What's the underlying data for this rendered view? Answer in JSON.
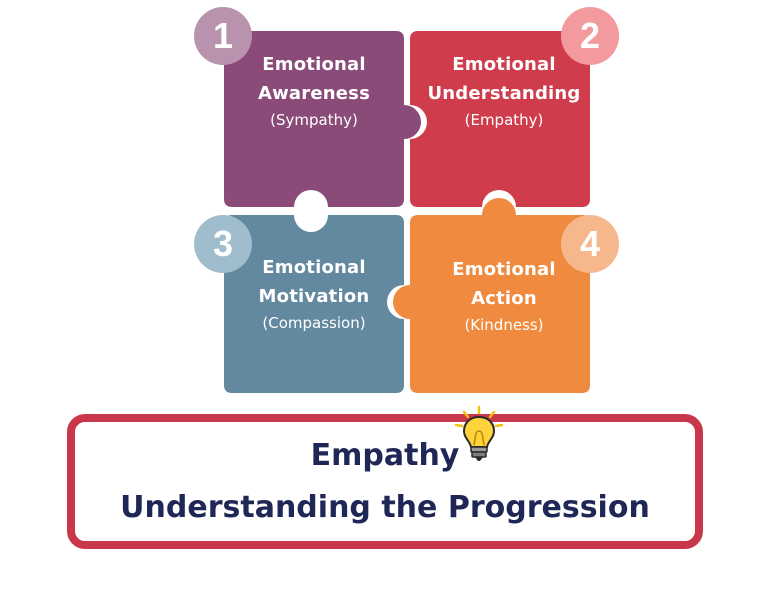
{
  "pieces": [
    {
      "number": "1",
      "title_line1": "Emotional",
      "title_line2": "Awareness",
      "subtitle": "(Sympathy)",
      "color": "#8a4b78",
      "badge_color": "#b992ae"
    },
    {
      "number": "2",
      "title_line1": "Emotional",
      "title_line2": "Understanding",
      "subtitle": "(Empathy)",
      "color": "#cf3d4d",
      "badge_color": "#f29a9d"
    },
    {
      "number": "3",
      "title_line1": "Emotional",
      "title_line2": "Motivation",
      "subtitle": "(Compassion)",
      "color": "#62899f",
      "badge_color": "#9fbdcd"
    },
    {
      "number": "4",
      "title_line1": "Emotional",
      "title_line2": "Action",
      "subtitle": "(Kindness)",
      "color": "#ef8a3e",
      "badge_color": "#f7b78c"
    }
  ],
  "banner": {
    "line1": "Empathy",
    "line2": "Understanding the Progression",
    "border_color": "#c9374a",
    "text_color": "#1e2756"
  },
  "icons": {
    "bulb": "lightbulb-icon"
  }
}
